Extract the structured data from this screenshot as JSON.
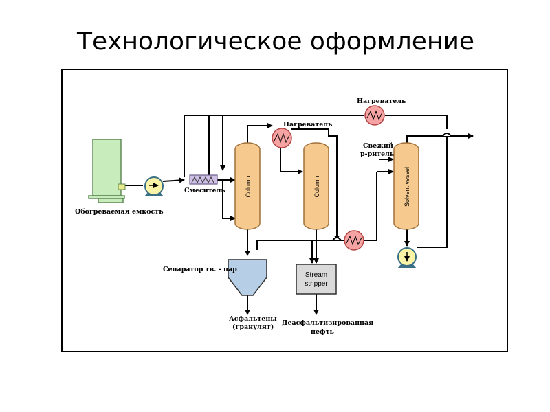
{
  "title": "Технологическое оформление",
  "labels": {
    "heated_tank": "Обогреваемая емкость",
    "mixer": "Смеситель",
    "heater_top": "Нагреватель",
    "heater_mid": "Нагреватель",
    "fresh_solvent_1": "Свежий",
    "fresh_solvent_2": "р-ритель",
    "separator": "Сепаратор тв. - пар",
    "asphaltenes_1": "Асфальтены",
    "asphaltenes_2": "(гранулят)",
    "dao_1": "Деасфальтизированная",
    "dao_2": "нефть"
  },
  "vessels": {
    "column_1": "Column",
    "column_2": "Column",
    "solvent_vessel": "Solvent vessel",
    "stream_stripper_1": "Stream",
    "stream_stripper_2": "stripper"
  },
  "colors": {
    "tank_fill": "#c9ecbd",
    "tank_stroke": "#5f8a55",
    "column_fill": "#f6c98f",
    "column_stroke": "#a0713a",
    "pump_fill": "#fbf3a6",
    "pump_base": "#3a6f86",
    "heater_fill": "#f6a3a3",
    "heater_stroke": "#b44343",
    "mixer_fill": "#cfc1e6",
    "separator_fill": "#b7cfe6",
    "stripper_fill": "#dadada"
  }
}
